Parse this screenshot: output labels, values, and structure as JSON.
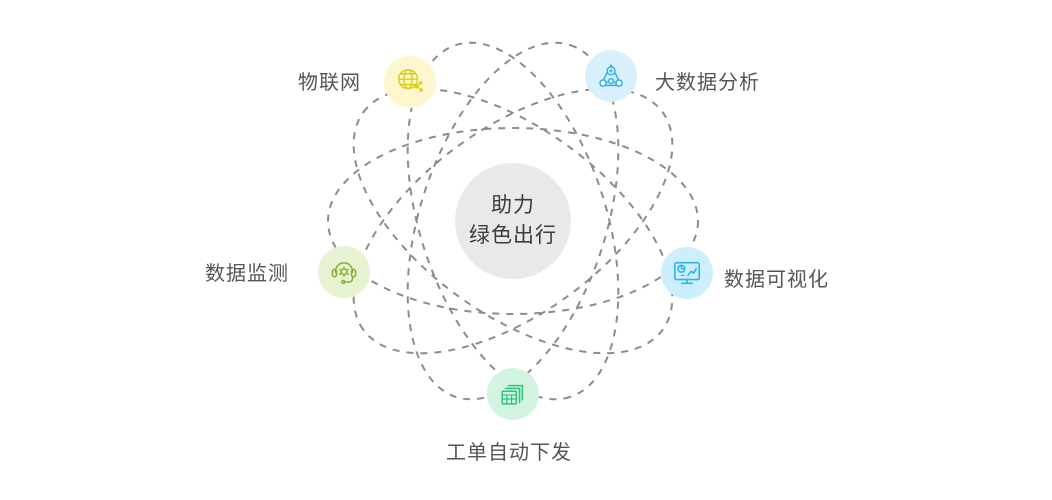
{
  "diagram": {
    "title_lines": [
      "助力",
      "绿色出行"
    ],
    "center_bg": "#e9e9e9",
    "center_text_color": "#3c3c3c",
    "orbit_color": "#8c8c8c",
    "orbit_dash": "7 7",
    "orbit_count": 5,
    "label_color": "#555555"
  },
  "nodes": [
    {
      "id": "iot",
      "label": "物联网",
      "icon": "globe-network-icon",
      "icon_color": "#d8cf17",
      "bubble_color": "#fdf6cf",
      "label_side": "left"
    },
    {
      "id": "bigdata",
      "label": "大数据分析",
      "icon": "data-cluster-icon",
      "icon_color": "#2ab3ec",
      "bubble_color": "#d7f0fb",
      "label_side": "right"
    },
    {
      "id": "monitor",
      "label": "数据监测",
      "icon": "headset-gear-icon",
      "icon_color": "#84b32b",
      "bubble_color": "#e7f2d2",
      "label_side": "left"
    },
    {
      "id": "visual",
      "label": "数据可视化",
      "icon": "monitor-chart-icon",
      "icon_color": "#2ab3ec",
      "bubble_color": "#cdeefc",
      "label_side": "right"
    },
    {
      "id": "workorder",
      "label": "工单自动下发",
      "icon": "stacked-forms-icon",
      "icon_color": "#2ec27e",
      "bubble_color": "#d2f4e1",
      "label_side": "bottom"
    }
  ]
}
